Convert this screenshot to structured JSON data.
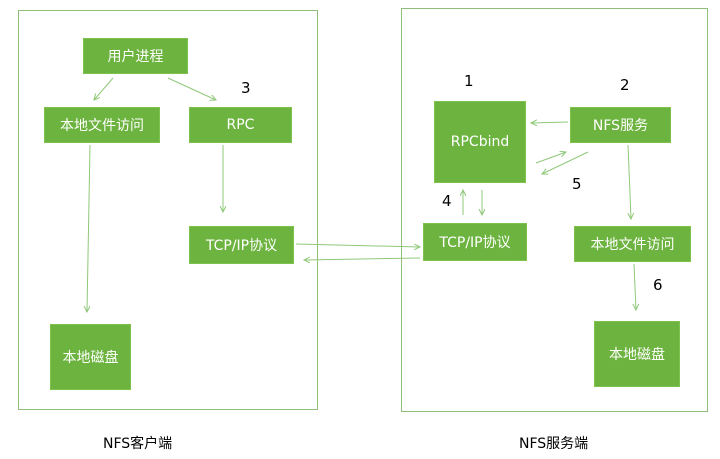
{
  "client": {
    "caption": "NFS客户端",
    "user_process": "用户进程",
    "local_file_access": "本地文件访问",
    "rpc": "RPC",
    "tcpip": "TCP/IP协议",
    "local_disk": "本地磁盘",
    "step3": "3"
  },
  "server": {
    "caption": "NFS服务端",
    "rpcbind": "RPCbind",
    "nfs_service": "NFS服务",
    "tcpip": "TCP/IP协议",
    "local_file_access": "本地文件访问",
    "local_disk": "本地磁盘",
    "step1": "1",
    "step2": "2",
    "step4": "4",
    "step5": "5",
    "step6": "6"
  },
  "colors": {
    "box_fill": "#6db33f",
    "arrow": "#8fc878",
    "border": "#8fbf7a"
  }
}
